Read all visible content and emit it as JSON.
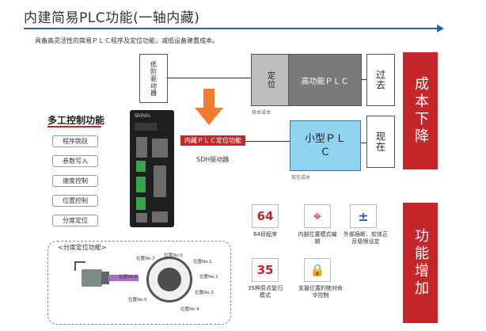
{
  "header": {
    "title": "内建简易PLC功能(一轴内藏)",
    "subtitle": "具备高灵活性的简易ＰＬＣ程序及定位功能，减低设备建置成本。"
  },
  "comparison": {
    "low_drive": "低阶驱动器",
    "controller_pos": "定位",
    "controller_high": "高功能ＰＬＣ",
    "original_cost": "原本成本",
    "past": "过去",
    "small_plc": "小型ＰＬＣ",
    "current_cost": "现在成本",
    "now": "现在",
    "builtin_plc": "内藏ＰＬＣ定位功能",
    "driver_name": "SDH驱动器",
    "drive_logo": "Shihlin"
  },
  "banners": {
    "cost_down": "成本下降",
    "func_up": "功能增加"
  },
  "multi_control": {
    "title": "多工控制功能",
    "items": [
      "程序跳跃",
      "参数写入",
      "速度控制",
      "位置控制",
      "分度定位"
    ]
  },
  "indexing": {
    "title": "<分度定位功能>",
    "positions": [
      "位置No.0",
      "位置No.1",
      "位置No.2",
      "位置No.3",
      "位置No.4",
      "位置No.5",
      "位置No.6",
      "位置No.7"
    ]
  },
  "features": {
    "items": [
      {
        "icon": "64-segment-icon",
        "caption": "64段程序",
        "glyph": "64"
      },
      {
        "icon": "internal-position-icon",
        "caption": "内部位置模式编辑",
        "glyph": "⌖"
      },
      {
        "icon": "external-speed-icon",
        "caption": "外部插断、软体正反极限设定",
        "glyph": "±"
      },
      {
        "icon": "35-origin-icon",
        "caption": "35种原点复归模式",
        "glyph": "35"
      },
      {
        "icon": "positioning-absolute-icon",
        "caption": "支援位置的绝对命令控制",
        "glyph": "🔒"
      }
    ]
  },
  "colors": {
    "accent_red": "#c5262a",
    "arrow_orange": "#f07c2e",
    "plc_blue": "#8fd3ef",
    "header_blue": "#2f5fa8"
  }
}
